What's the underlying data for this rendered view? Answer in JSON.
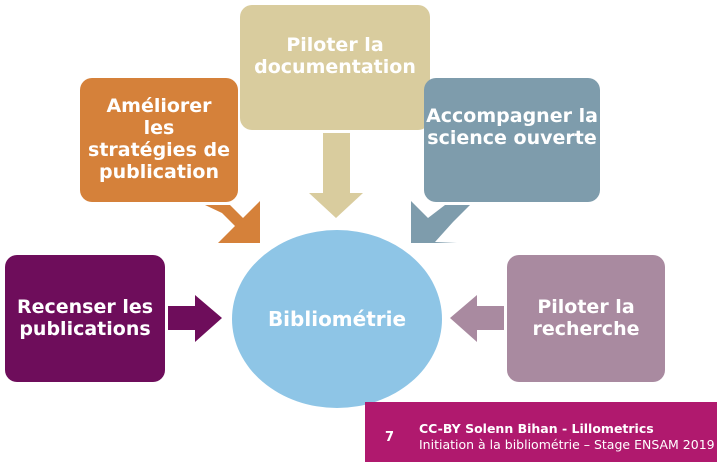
{
  "center": {
    "label": "Bibliométrie",
    "color": "#8EC5E6"
  },
  "boxes": {
    "publication_strategies": {
      "label": "Améliorer les stratégies de publication",
      "color": "#D5813A"
    },
    "documentation": {
      "label": "Piloter la documentation",
      "color": "#D9CC9E"
    },
    "open_science": {
      "label": "Accompagner la science ouverte",
      "color": "#7E9CAC"
    },
    "publications": {
      "label": "Recenser les publications",
      "color": "#6E0D5B"
    },
    "research": {
      "label": "Piloter la recherche",
      "color": "#A98AA0"
    }
  },
  "footer": {
    "page_number": "7",
    "line1": "CC-BY Solenn Bihan - Lillometrics",
    "line2": "Initiation à la bibliométrie – Stage ENSAM 2019",
    "color": "#B0196E"
  }
}
